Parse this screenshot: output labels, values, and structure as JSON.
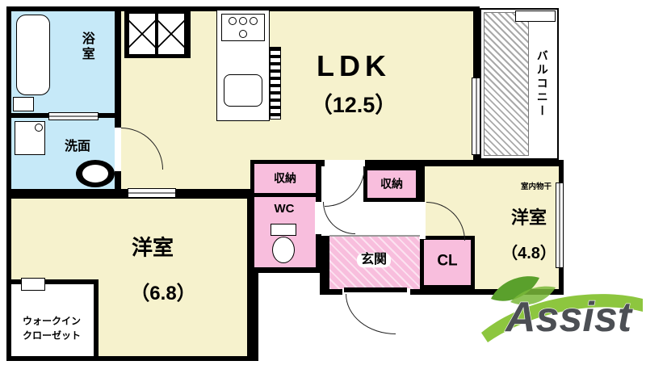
{
  "rooms": {
    "bathroom": {
      "label": "浴室"
    },
    "washroom": {
      "label": "洗面"
    },
    "ldk": {
      "label": "LDK",
      "size": "（12.5）"
    },
    "balcony": {
      "label": "バルコニー"
    },
    "storage1": {
      "label": "収納"
    },
    "wc": {
      "label": "WC"
    },
    "storage2": {
      "label": "収納"
    },
    "bedroom_east": {
      "label": "洋室",
      "size": "（4.8）",
      "note": "室内物干"
    },
    "closet": {
      "label": "CL"
    },
    "entrance": {
      "label": "玄関"
    },
    "bedroom_south": {
      "label": "洋室",
      "size": "（6.8）"
    },
    "walkin_closet": {
      "line1": "ウォークイン",
      "line2": "クローゼット"
    }
  },
  "logo": {
    "text": "Assist"
  },
  "colors": {
    "room_cream": "#f6f2cd",
    "room_blue": "#c6e9f8",
    "room_pink": "#f8bedd",
    "wall": "#000000",
    "logo_green": "#8dc63f",
    "logo_leaf": "#5aa02c",
    "logo_text": "#4c4f54"
  }
}
